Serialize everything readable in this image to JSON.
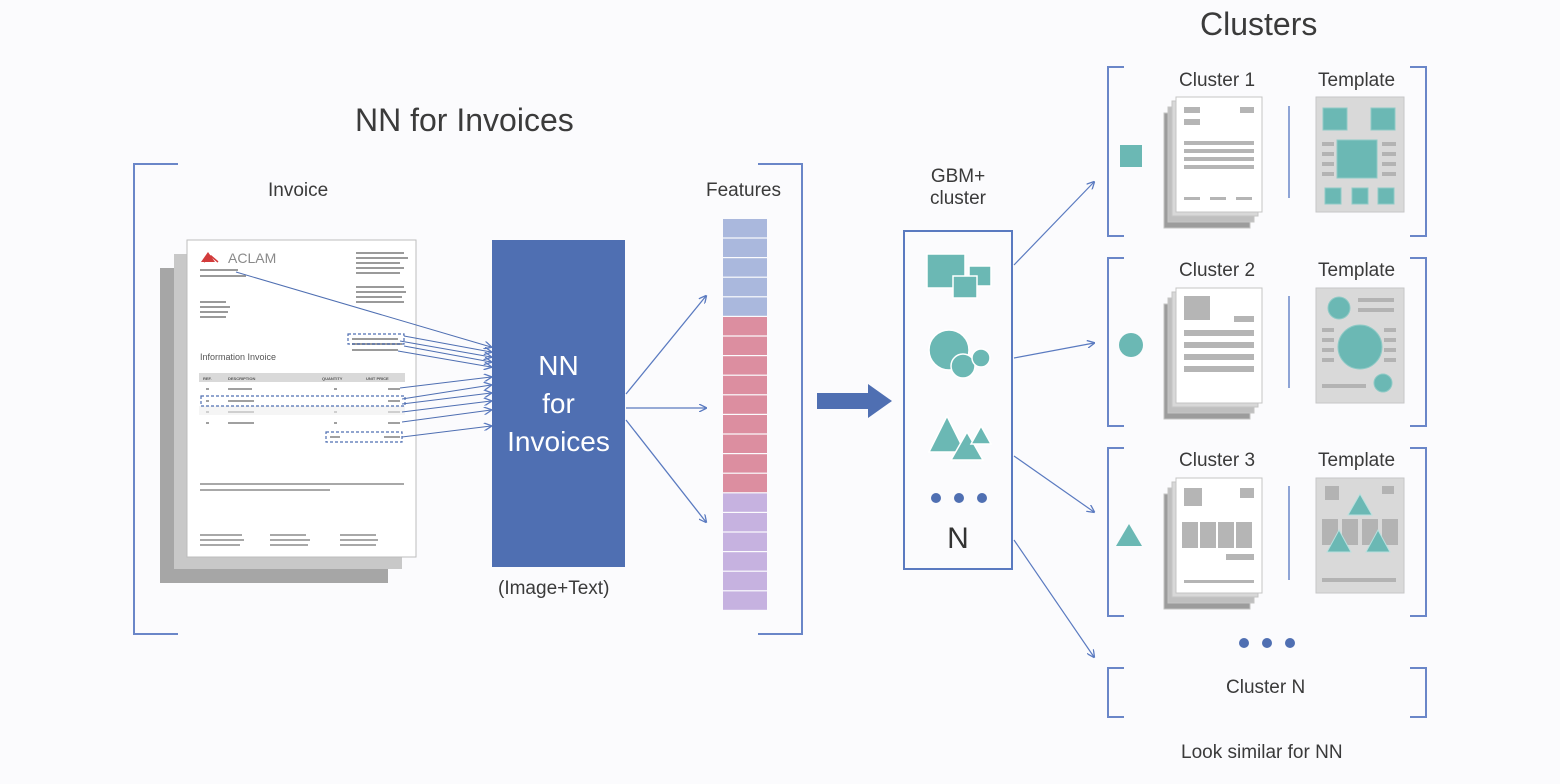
{
  "main_title": "NN for Invoices",
  "clusters_title": "Clusters",
  "invoice_label": "Invoice",
  "features_label": "Features",
  "nn_box": {
    "line1": "NN",
    "line2": "for",
    "line3": "Invoices"
  },
  "nn_caption": "(Image+Text)",
  "gbm_label_line1": "GBM+",
  "gbm_label_line2": "cluster",
  "gbm_n": "N",
  "invoice_doc": {
    "logo": "ACLAM",
    "heading": "Information Invoice",
    "table_headers": [
      "REF.",
      "DESCRIPTION",
      "QUANTITY",
      "UNIT PRICE"
    ]
  },
  "feature_colors": {
    "blue": "#aab8dd",
    "red": "#dc8ea0",
    "purple": "#c6b2e0"
  },
  "clusters": [
    {
      "label": "Cluster 1",
      "template_label": "Template",
      "shape": "square-icon"
    },
    {
      "label": "Cluster 2",
      "template_label": "Template",
      "shape": "circle-icon"
    },
    {
      "label": "Cluster 3",
      "template_label": "Template",
      "shape": "triangle-icon"
    }
  ],
  "cluster_n_label": "Cluster N",
  "footer_note": "Look similar for NN",
  "colors": {
    "accent_blue": "#4f6fb2",
    "teal": "#6bb8b4",
    "bracket": "#6a86c8"
  }
}
